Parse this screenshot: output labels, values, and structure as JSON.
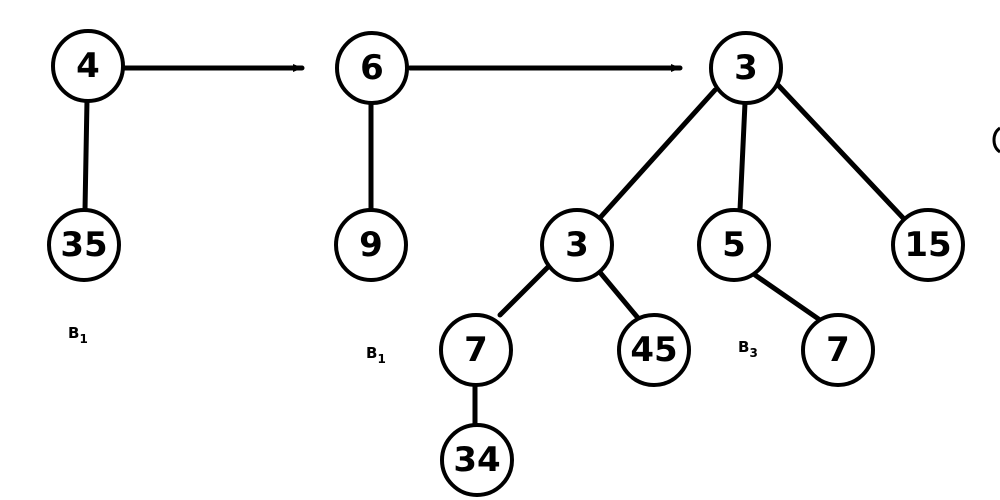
{
  "nodes": {
    "a_root": "4",
    "a_child": "35",
    "b_root": "6",
    "b_child": "9",
    "c_root": "3",
    "c_child1": "3",
    "c_child2": "5",
    "c_child3": "15",
    "c_gc1": "7",
    "c_gc2": "45",
    "c_gc3": "7",
    "c_ggc": "34"
  },
  "labels": {
    "tree1": {
      "letter": "B",
      "sub": "1"
    },
    "tree2": {
      "letter": "B",
      "sub": "1"
    },
    "tree3": {
      "letter": "B",
      "sub": "3"
    }
  }
}
